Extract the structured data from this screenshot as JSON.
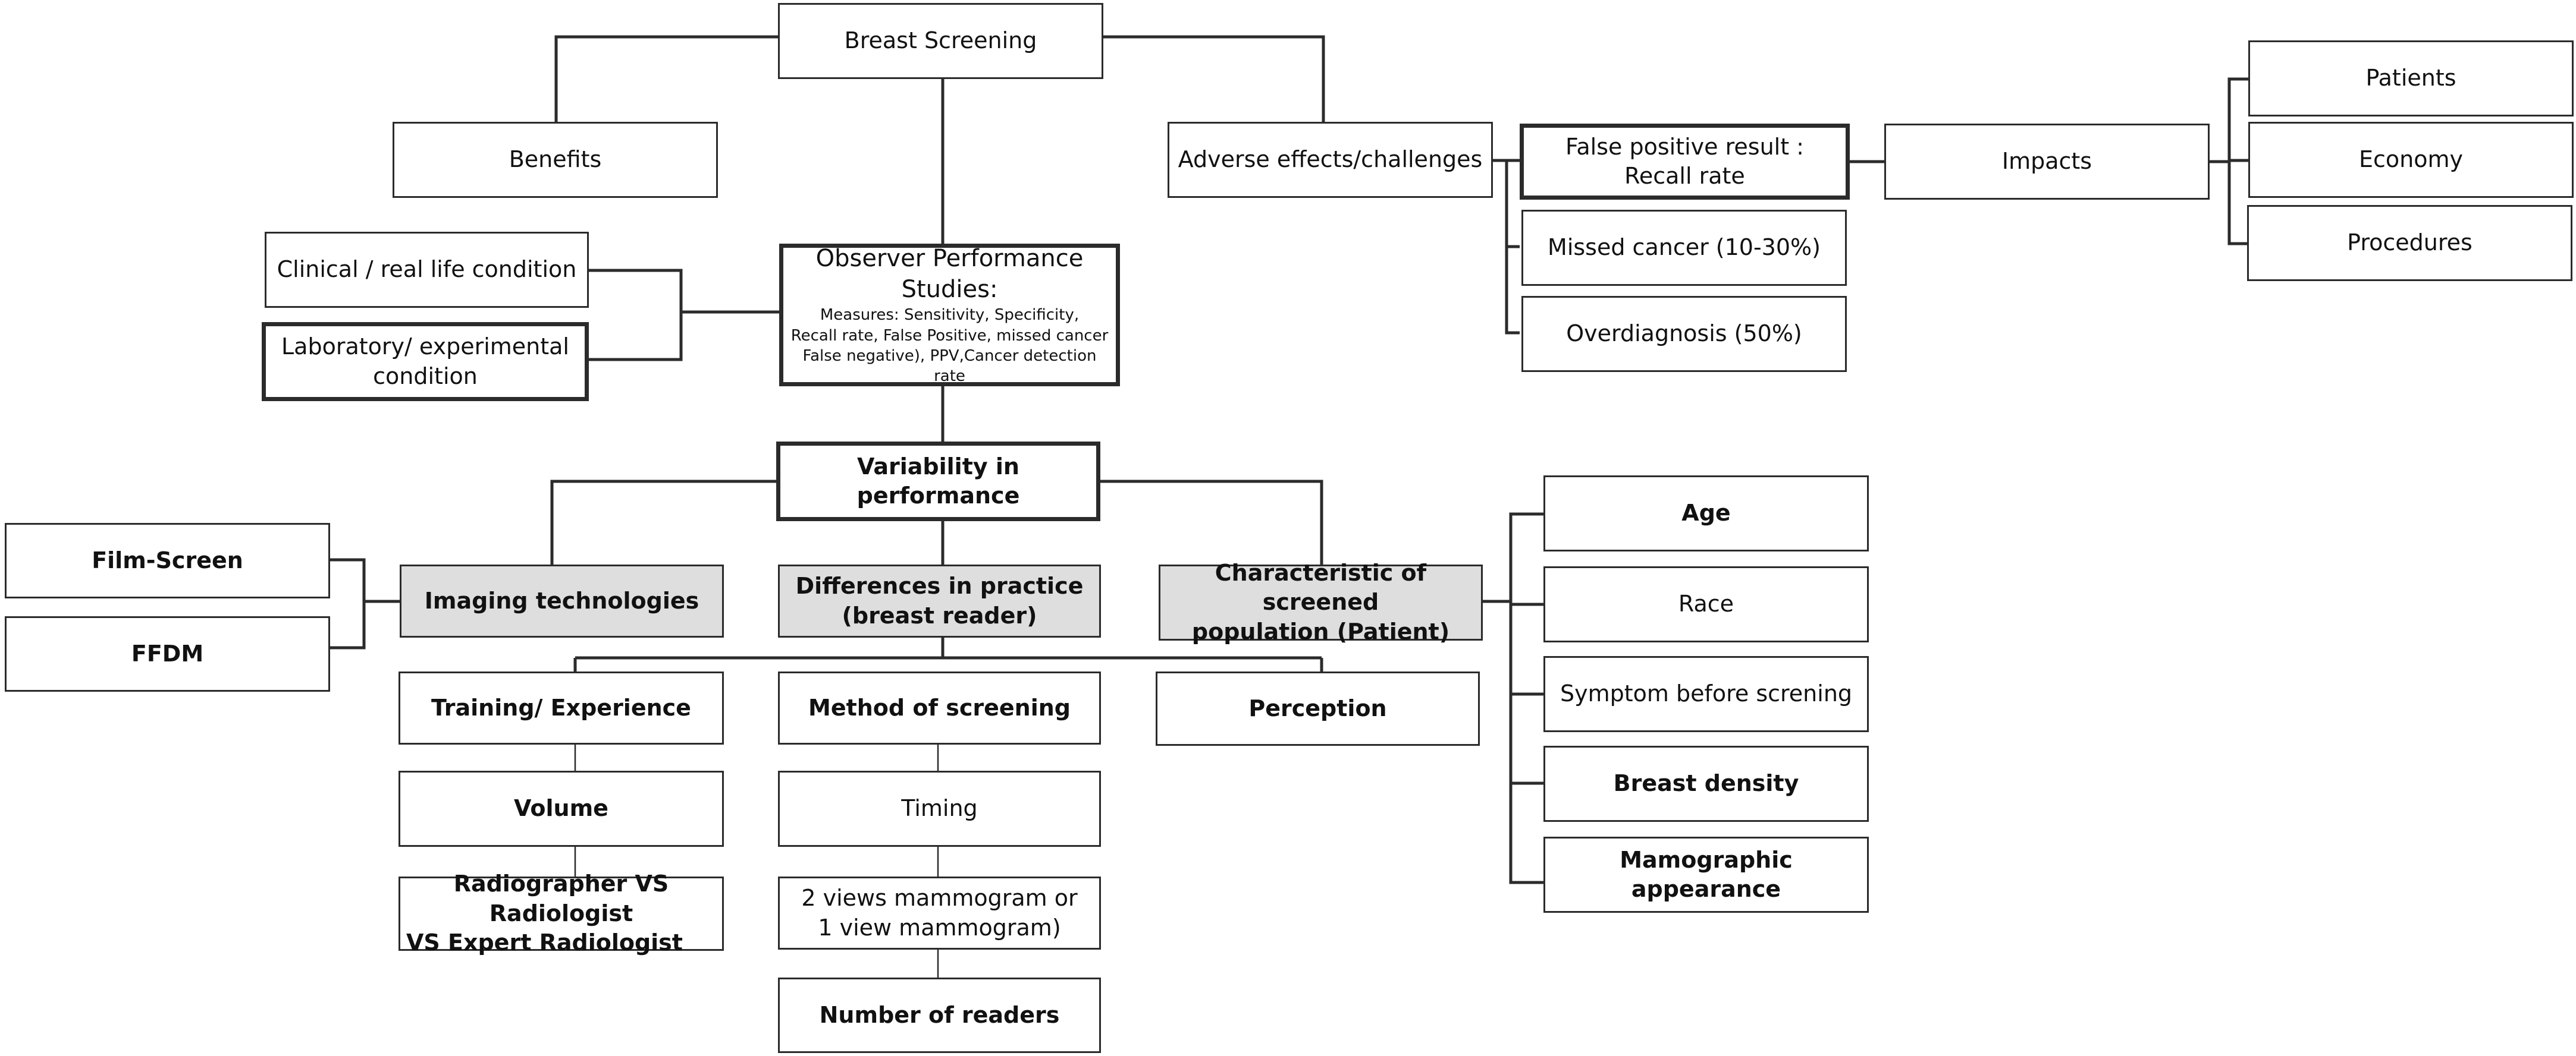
{
  "nodes": {
    "root": "Breast Screening",
    "benefits": "Benefits",
    "adverse": "Adverse effects/challenges",
    "false_positive": [
      "False positive result :",
      "Recall rate"
    ],
    "impacts": "Impacts",
    "patients": "Patients",
    "economy": "Economy",
    "procedures": "Procedures",
    "missed_cancer": "Missed cancer (10-30%)",
    "overdiagnosis": "Overdiagnosis (50%)",
    "clinical": "Clinical / real life condition",
    "laboratory": [
      "Laboratory/ experimental",
      "condition"
    ],
    "observer": {
      "title": "Observer Performance Studies:",
      "measures": [
        "Measures: Sensitivity, Specificity,",
        "Recall rate, False Positive, missed cancer",
        "False negative), PPV,Cancer detection rate"
      ]
    },
    "variability": "Variability in performance",
    "film_screen": "Film-Screen",
    "ffdm": "FFDM",
    "imaging": "Imaging technologies",
    "practice": [
      "Differences in practice",
      "(breast reader)"
    ],
    "population": [
      "Characteristic of screened",
      "population (Patient)"
    ],
    "age": "Age",
    "race": "Race",
    "symptom": "Symptom before screning",
    "density": "Breast density",
    "mamographic": "Mamographic appearance",
    "training": "Training/ Experience",
    "method": "Method of screening",
    "perception": "Perception",
    "volume": "Volume",
    "timing": "Timing",
    "radiographer": [
      "Radiographer VS Radiologist",
      "VS Expert Radiologist"
    ],
    "views": [
      "2 views mammogram or",
      "1 view mammogram)"
    ],
    "readers": "Number of readers"
  },
  "colors": {
    "line": "#2b2b2b",
    "border": "#2b2b2b",
    "highlight_fill": "#dedede",
    "background": "#ffffff"
  }
}
